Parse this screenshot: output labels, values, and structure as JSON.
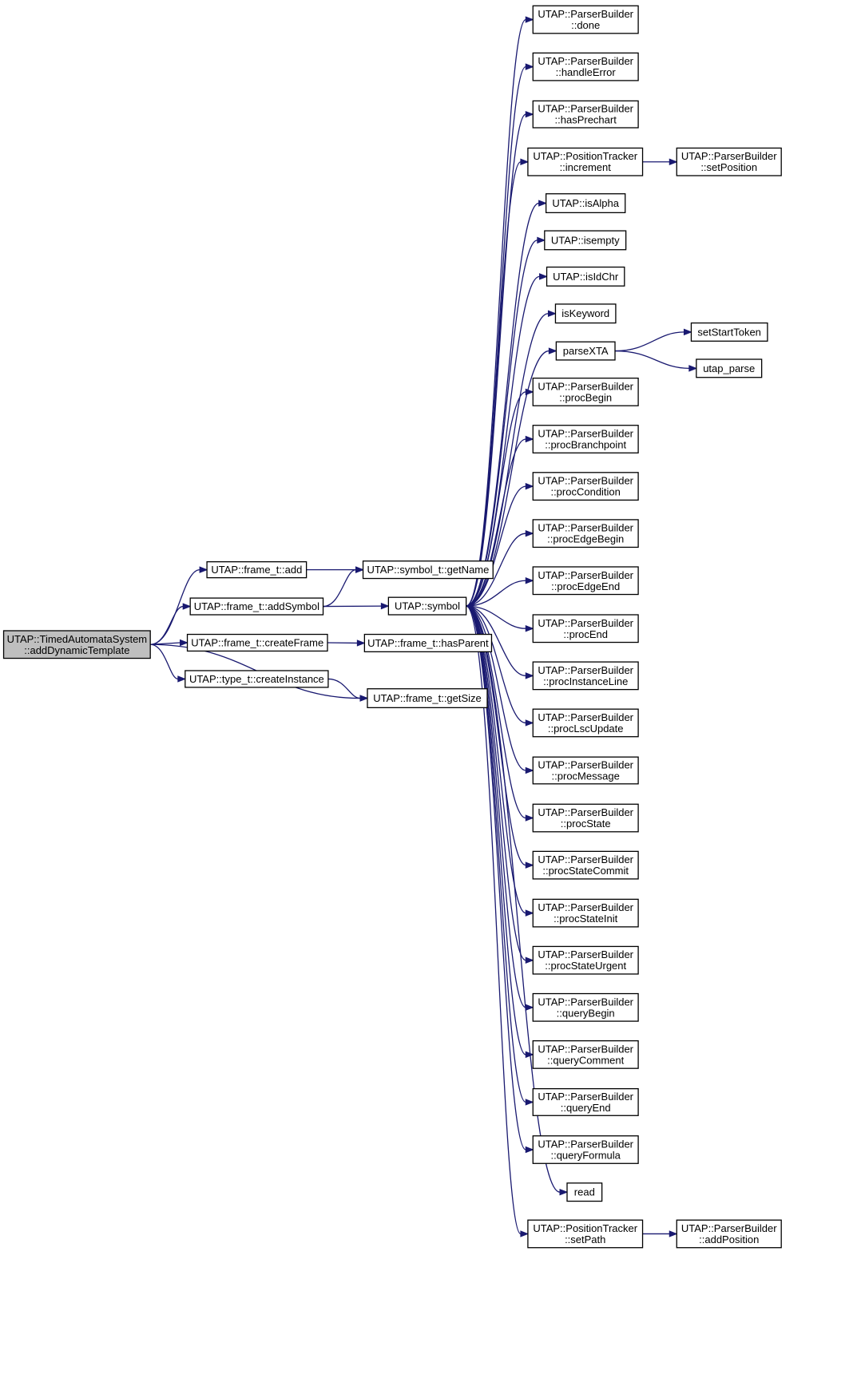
{
  "graph": {
    "nodes": [
      {
        "id": "root",
        "lines": [
          "UTAP::TimedAutomataSystem",
          "::addDynamicTemplate"
        ],
        "highlight": true
      },
      {
        "id": "add",
        "lines": [
          "UTAP::frame_t::add"
        ]
      },
      {
        "id": "addSymbol",
        "lines": [
          "UTAP::frame_t::addSymbol"
        ]
      },
      {
        "id": "createFrame",
        "lines": [
          "UTAP::frame_t::createFrame"
        ]
      },
      {
        "id": "createInstance",
        "lines": [
          "UTAP::type_t::createInstance"
        ]
      },
      {
        "id": "getName",
        "lines": [
          "UTAP::symbol_t::getName"
        ]
      },
      {
        "id": "symbol",
        "lines": [
          "UTAP::symbol"
        ]
      },
      {
        "id": "hasParent",
        "lines": [
          "UTAP::frame_t::hasParent"
        ]
      },
      {
        "id": "getSize",
        "lines": [
          "UTAP::frame_t::getSize"
        ]
      },
      {
        "id": "done",
        "lines": [
          "UTAP::ParserBuilder",
          "::done"
        ]
      },
      {
        "id": "handleError",
        "lines": [
          "UTAP::ParserBuilder",
          "::handleError"
        ]
      },
      {
        "id": "hasPrechart",
        "lines": [
          "UTAP::ParserBuilder",
          "::hasPrechart"
        ]
      },
      {
        "id": "increment",
        "lines": [
          "UTAP::PositionTracker",
          "::increment"
        ]
      },
      {
        "id": "isAlpha",
        "lines": [
          "UTAP::isAlpha"
        ]
      },
      {
        "id": "isempty",
        "lines": [
          "UTAP::isempty"
        ]
      },
      {
        "id": "isIdChr",
        "lines": [
          "UTAP::isIdChr"
        ]
      },
      {
        "id": "isKeyword",
        "lines": [
          "isKeyword"
        ]
      },
      {
        "id": "parseXTA",
        "lines": [
          "parseXTA"
        ]
      },
      {
        "id": "procBegin",
        "lines": [
          "UTAP::ParserBuilder",
          "::procBegin"
        ]
      },
      {
        "id": "procBranchpoint",
        "lines": [
          "UTAP::ParserBuilder",
          "::procBranchpoint"
        ]
      },
      {
        "id": "procCondition",
        "lines": [
          "UTAP::ParserBuilder",
          "::procCondition"
        ]
      },
      {
        "id": "procEdgeBegin",
        "lines": [
          "UTAP::ParserBuilder",
          "::procEdgeBegin"
        ]
      },
      {
        "id": "procEdgeEnd",
        "lines": [
          "UTAP::ParserBuilder",
          "::procEdgeEnd"
        ]
      },
      {
        "id": "procEnd",
        "lines": [
          "UTAP::ParserBuilder",
          "::procEnd"
        ]
      },
      {
        "id": "procInstanceLine",
        "lines": [
          "UTAP::ParserBuilder",
          "::procInstanceLine"
        ]
      },
      {
        "id": "procLscUpdate",
        "lines": [
          "UTAP::ParserBuilder",
          "::procLscUpdate"
        ]
      },
      {
        "id": "procMessage",
        "lines": [
          "UTAP::ParserBuilder",
          "::procMessage"
        ]
      },
      {
        "id": "procState",
        "lines": [
          "UTAP::ParserBuilder",
          "::procState"
        ]
      },
      {
        "id": "procStateCommit",
        "lines": [
          "UTAP::ParserBuilder",
          "::procStateCommit"
        ]
      },
      {
        "id": "procStateInit",
        "lines": [
          "UTAP::ParserBuilder",
          "::procStateInit"
        ]
      },
      {
        "id": "procStateUrgent",
        "lines": [
          "UTAP::ParserBuilder",
          "::procStateUrgent"
        ]
      },
      {
        "id": "queryBegin",
        "lines": [
          "UTAP::ParserBuilder",
          "::queryBegin"
        ]
      },
      {
        "id": "queryComment",
        "lines": [
          "UTAP::ParserBuilder",
          "::queryComment"
        ]
      },
      {
        "id": "queryEnd",
        "lines": [
          "UTAP::ParserBuilder",
          "::queryEnd"
        ]
      },
      {
        "id": "queryFormula",
        "lines": [
          "UTAP::ParserBuilder",
          "::queryFormula"
        ]
      },
      {
        "id": "read",
        "lines": [
          "read"
        ]
      },
      {
        "id": "setPath",
        "lines": [
          "UTAP::PositionTracker",
          "::setPath"
        ]
      },
      {
        "id": "setPosition",
        "lines": [
          "UTAP::ParserBuilder",
          "::setPosition"
        ]
      },
      {
        "id": "setStartToken",
        "lines": [
          "setStartToken"
        ]
      },
      {
        "id": "utap_parse",
        "lines": [
          "utap_parse"
        ]
      },
      {
        "id": "addPosition",
        "lines": [
          "UTAP::ParserBuilder",
          "::addPosition"
        ]
      }
    ],
    "edges": [
      [
        "root",
        "add"
      ],
      [
        "root",
        "addSymbol"
      ],
      [
        "root",
        "createFrame"
      ],
      [
        "root",
        "createInstance"
      ],
      [
        "root",
        "getSize"
      ],
      [
        "add",
        "getName"
      ],
      [
        "addSymbol",
        "getName"
      ],
      [
        "addSymbol",
        "symbol"
      ],
      [
        "createFrame",
        "hasParent"
      ],
      [
        "createInstance",
        "getSize"
      ],
      [
        "symbol",
        "done"
      ],
      [
        "symbol",
        "handleError"
      ],
      [
        "symbol",
        "hasPrechart"
      ],
      [
        "symbol",
        "increment"
      ],
      [
        "symbol",
        "isAlpha"
      ],
      [
        "symbol",
        "isempty"
      ],
      [
        "symbol",
        "isIdChr"
      ],
      [
        "symbol",
        "isKeyword"
      ],
      [
        "symbol",
        "parseXTA"
      ],
      [
        "symbol",
        "procBegin"
      ],
      [
        "symbol",
        "procBranchpoint"
      ],
      [
        "symbol",
        "procCondition"
      ],
      [
        "symbol",
        "procEdgeBegin"
      ],
      [
        "symbol",
        "procEdgeEnd"
      ],
      [
        "symbol",
        "procEnd"
      ],
      [
        "symbol",
        "procInstanceLine"
      ],
      [
        "symbol",
        "procLscUpdate"
      ],
      [
        "symbol",
        "procMessage"
      ],
      [
        "symbol",
        "procState"
      ],
      [
        "symbol",
        "procStateCommit"
      ],
      [
        "symbol",
        "procStateInit"
      ],
      [
        "symbol",
        "procStateUrgent"
      ],
      [
        "symbol",
        "queryBegin"
      ],
      [
        "symbol",
        "queryComment"
      ],
      [
        "symbol",
        "queryEnd"
      ],
      [
        "symbol",
        "queryFormula"
      ],
      [
        "symbol",
        "read"
      ],
      [
        "symbol",
        "setPath"
      ],
      [
        "increment",
        "setPosition"
      ],
      [
        "parseXTA",
        "setStartToken"
      ],
      [
        "parseXTA",
        "utap_parse"
      ],
      [
        "setPath",
        "addPosition"
      ]
    ]
  },
  "colors": {
    "edge": "#191970",
    "node_border": "#000000",
    "root_fill": "#bfbfbf",
    "node_fill": "#ffffff"
  }
}
